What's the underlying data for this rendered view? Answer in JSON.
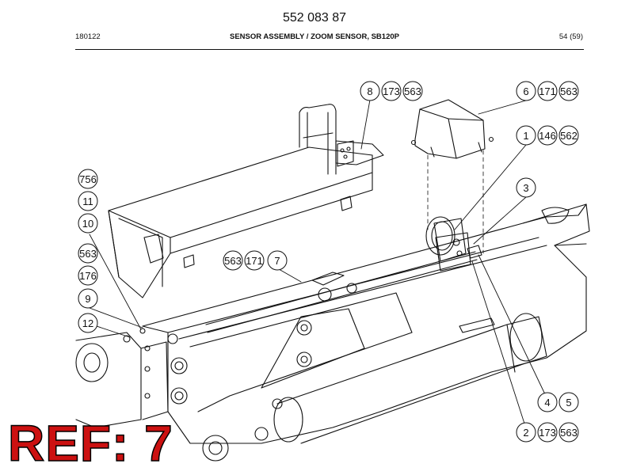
{
  "header": {
    "doc_number": "552 083 87",
    "date_code": "180122",
    "title": "SENSOR ASSEMBLY / ZOOM SENSOR, SB120P",
    "page": "54 (59)"
  },
  "callouts": {
    "c8": "8",
    "c173a": "173",
    "c563a": "563",
    "c6": "6",
    "c171a": "171",
    "c563b": "563",
    "c1": "1",
    "c146": "146",
    "c562": "562",
    "c3": "3",
    "c756": "756",
    "c11": "11",
    "c10": "10",
    "c563c": "563",
    "c176": "176",
    "c9": "9",
    "c12": "12",
    "c563d": "563",
    "c171b": "171",
    "c7": "7",
    "c4": "4",
    "c5": "5",
    "c2": "2",
    "c173b": "173",
    "c563e": "563"
  },
  "overlay": {
    "ref_label": "REF: 7",
    "color": "#cc1111"
  }
}
